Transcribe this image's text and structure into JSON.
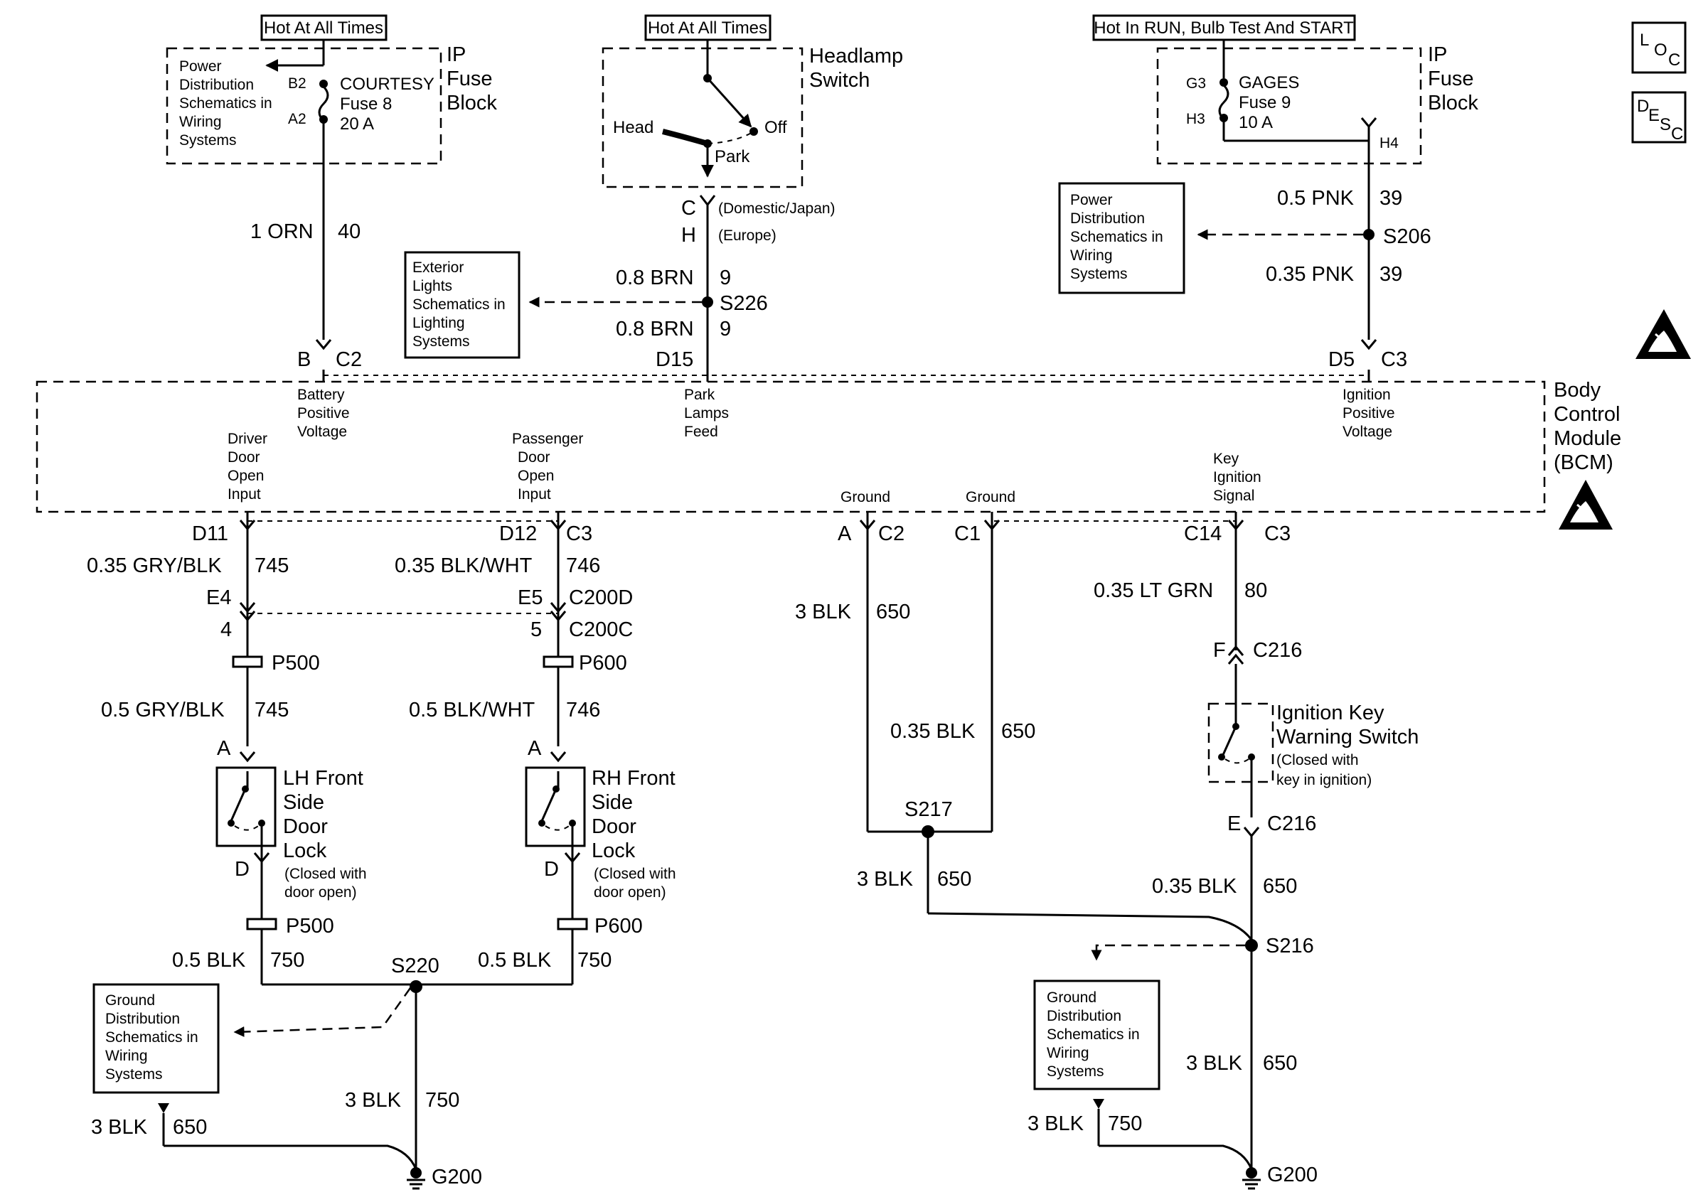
{
  "top_labels": {
    "hot_left": "Hot At All Times",
    "hot_mid": "Hot At All Times",
    "hot_right": "Hot In RUN, Bulb Test And START"
  },
  "loc_icon": {
    "main": "L",
    "sub": "O",
    "sub2": "C"
  },
  "desc_icon": {
    "main": "D",
    "sub": "E",
    "sub2": "S",
    "sub3": "C"
  },
  "esd_icons": [
    "esd-warning-icon",
    "esd-warning-icon"
  ],
  "fuse_block_left": {
    "title": [
      "IP",
      "Fuse",
      "Block"
    ],
    "power_note": [
      "Power",
      "Distribution",
      "Schematics in",
      "Wiring",
      "Systems"
    ],
    "pin_top": "B2",
    "pin_bottom": "A2",
    "fuse": [
      "COURTESY",
      "Fuse 8",
      "20 A"
    ]
  },
  "fuse_block_right": {
    "title": [
      "IP",
      "Fuse",
      "Block"
    ],
    "pin_top": "G3",
    "pin_bottom": "H3",
    "pin_out": "H4",
    "fuse": [
      "GAGES",
      "Fuse 9",
      "10 A"
    ]
  },
  "headlamp_switch": {
    "title": [
      "Headlamp",
      "Switch"
    ],
    "head": "Head",
    "off": "Off",
    "park": "Park"
  },
  "notes": {
    "exterior_lights": [
      "Exterior",
      "Lights",
      "Schematics in",
      "Lighting",
      "Systems"
    ],
    "power_dist": [
      "Power",
      "Distribution",
      "Schematics in",
      "Wiring",
      "Systems"
    ],
    "ground_left": [
      "Ground",
      "Distribution",
      "Schematics in",
      "Wiring",
      "Systems"
    ],
    "ground_right": [
      "Ground",
      "Distribution",
      "Schematics in",
      "Wiring",
      "Systems"
    ]
  },
  "wires": {
    "courtesy": {
      "gauge": "1 ORN",
      "circuit": "40"
    },
    "hl_pin_c": "C",
    "hl_pin_h": "H",
    "domestic": "(Domestic/Japan)",
    "europe": "(Europe)",
    "brn_top": {
      "gauge": "0.8 BRN",
      "circuit": "9"
    },
    "brn_bot": {
      "gauge": "0.8 BRN",
      "circuit": "9"
    },
    "s226": "S226",
    "pnk_top": {
      "gauge": "0.5 PNK",
      "circuit": "39"
    },
    "pnk_bot": {
      "gauge": "0.35 PNK",
      "circuit": "39"
    },
    "s206": "S206"
  },
  "bcm": {
    "title": [
      "Body",
      "Control",
      "Module",
      "(BCM)"
    ],
    "top_pins": {
      "b_c2": [
        "B",
        "C2"
      ],
      "d15": "D15",
      "d5_c3": [
        "D5",
        "C3"
      ]
    },
    "inputs": {
      "battery": [
        "Battery",
        "Positive",
        "Voltage"
      ],
      "park": [
        "Park",
        "Lamps",
        "Feed"
      ],
      "ignition": [
        "Ignition",
        "Positive",
        "Voltage"
      ],
      "driver": [
        "Driver",
        "Door",
        "Open",
        "Input"
      ],
      "passenger": [
        "Passenger",
        "Door",
        "Open",
        "Input"
      ],
      "ground1": "Ground",
      "ground2": "Ground",
      "key": [
        "Key",
        "Ignition",
        "Signal"
      ]
    },
    "bottom_pins": {
      "d11": "D11",
      "d12_c3": [
        "D12",
        "C3"
      ],
      "a_c2": [
        "A",
        "C2"
      ],
      "c1": "C1",
      "c14_c3": [
        "C14",
        "C3"
      ]
    }
  },
  "left_branch": {
    "w1": {
      "gauge": "0.35 GRY/BLK",
      "circuit": "745"
    },
    "e4": "E4",
    "pin4": "4",
    "p500": "P500",
    "w2": {
      "gauge": "0.5 GRY/BLK",
      "circuit": "745"
    },
    "pin_a": "A",
    "pin_d": "D",
    "switch": [
      "LH Front",
      "Side",
      "Door",
      "Lock"
    ],
    "closed": [
      "(Closed with",
      "door open)"
    ],
    "p500b": "P500",
    "w3": {
      "gauge": "0.5 BLK",
      "circuit": "750"
    }
  },
  "mid_branch": {
    "w1": {
      "gauge": "0.35 BLK/WHT",
      "circuit": "746"
    },
    "e5_c200d": [
      "E5",
      "C200D"
    ],
    "pin5_c200c": [
      "5",
      "C200C"
    ],
    "p600": "P600",
    "w2": {
      "gauge": "0.5 BLK/WHT",
      "circuit": "746"
    },
    "pin_a": "A",
    "pin_d": "D",
    "switch": [
      "RH Front",
      "Side",
      "Door",
      "Lock"
    ],
    "closed": [
      "(Closed with",
      "door open)"
    ],
    "p600b": "P600",
    "w3": {
      "gauge": "0.5 BLK",
      "circuit": "750"
    }
  },
  "ground_left": {
    "s220": "S220",
    "w_main": {
      "gauge": "3 BLK",
      "circuit": "750"
    },
    "w_side": {
      "gauge": "3 BLK",
      "circuit": "650"
    },
    "g200": "G200"
  },
  "ground_mid": {
    "w1": {
      "gauge": "3 BLK",
      "circuit": "650"
    },
    "w2": {
      "gauge": "0.35 BLK",
      "circuit": "650"
    },
    "s217": "S217",
    "w3": {
      "gauge": "3 BLK",
      "circuit": "650"
    }
  },
  "key_branch": {
    "w1": {
      "gauge": "0.35 LT GRN",
      "circuit": "80"
    },
    "f_c216": [
      "F",
      "C216"
    ],
    "switch": [
      "Ignition Key",
      "Warning Switch"
    ],
    "closed": [
      "(Closed with",
      "key in ignition)"
    ],
    "e_c216": [
      "E",
      "C216"
    ],
    "w2": {
      "gauge": "0.35 BLK",
      "circuit": "650"
    },
    "s216": "S216",
    "w3": {
      "gauge": "3 BLK",
      "circuit": "650"
    },
    "w4": {
      "gauge": "3 BLK",
      "circuit": "750"
    },
    "g200": "G200"
  }
}
